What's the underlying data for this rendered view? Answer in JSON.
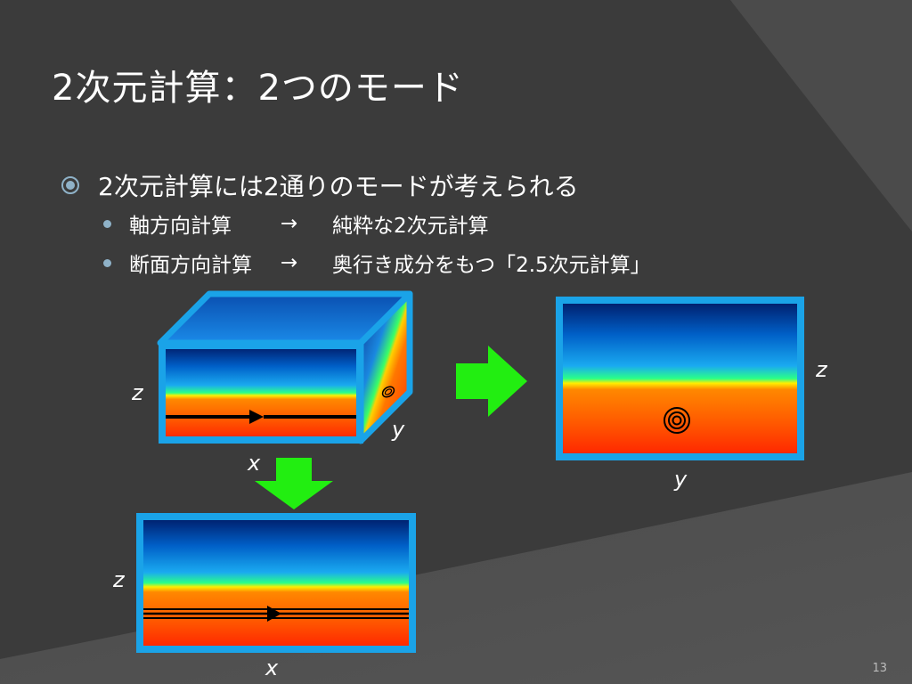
{
  "slide": {
    "title": "2次元計算：2つのモード",
    "page_number": "13"
  },
  "bullets": {
    "main": "2次元計算には2通りのモードが考えられる",
    "sub": [
      {
        "left": "軸方向計算",
        "arrow": "→",
        "right": "純粋な2次元計算"
      },
      {
        "left": "断面方向計算",
        "arrow": "→",
        "right": "奥行き成分をもつ「2.5次元計算」"
      }
    ]
  },
  "diagram": {
    "labels": {
      "cube_z": "z",
      "cube_x": "x",
      "cube_y": "y",
      "right_z": "z",
      "right_y": "y",
      "bottom_z": "z",
      "bottom_x": "x"
    },
    "colors": {
      "frame": "#1aa3e8",
      "arrow_green": "#22ee11",
      "background": "#3a3a3a"
    }
  }
}
